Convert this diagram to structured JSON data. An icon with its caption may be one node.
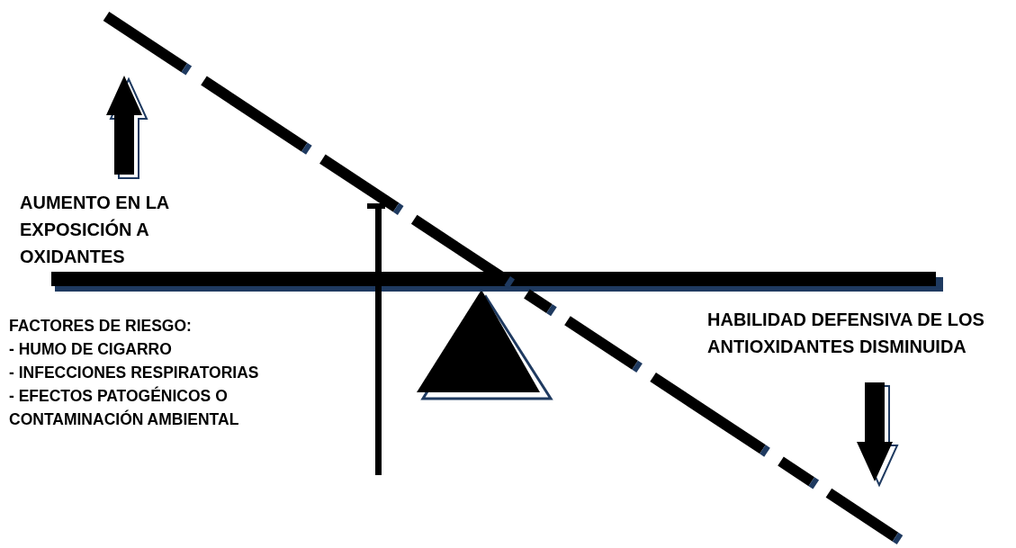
{
  "diagram": {
    "labels": [
      "AUMENTO EN LA EXPOSICIÓN A OXIDANTES",
      "FACTORES DE RIESGO:",
      "- HUMO DE CIGARRO",
      "- INFECCIONES RESPIRATORIAS",
      "- EFECTOS PATOGÉNICOS O CONTAMINACIÓN AMBIENTAL",
      "HABILIDAD DEFENSIVA DE LOS ANTIOXIDANTES DISMINUIDA"
    ]
  }
}
